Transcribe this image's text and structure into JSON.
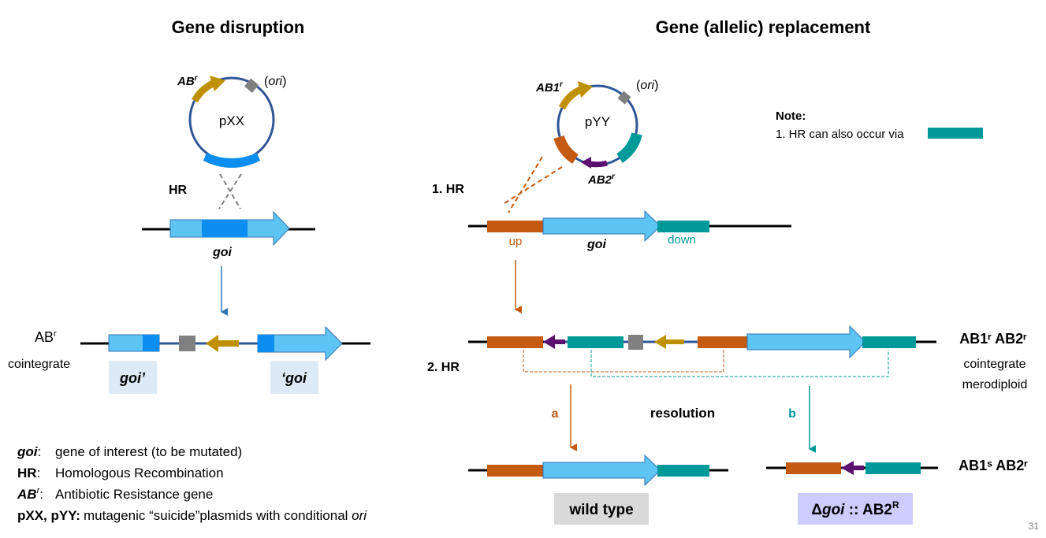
{
  "left": {
    "title": "Gene disruption",
    "plasmid_name": "pXX",
    "resistance_label": "AB",
    "resistance_sup": "r",
    "ori_label": "ori",
    "hr_label": "HR",
    "gene_label": "goi",
    "cointegrate_ab": "AB",
    "cointegrate_ab_sup": "r",
    "cointegrate_label": "cointegrate",
    "fragment_left": "goi’",
    "fragment_right": "‘goi"
  },
  "right": {
    "title": "Gene (allelic) replacement",
    "plasmid_name": "pYY",
    "ab1_label": "AB1",
    "ab1_sup": "r",
    "ab2_label": "AB2",
    "ab2_sup": "r",
    "ori_label": "ori",
    "step1_label": "1. HR",
    "step2_label": "2. HR",
    "up_label": "up",
    "down_label": "down",
    "gene_label": "goi",
    "cointegrate_genotype": "AB1ʳ AB2ʳ",
    "cointegrate_label_1": "cointegrate",
    "cointegrate_label_2": "merodiploid",
    "path_a": "a",
    "path_b": "b",
    "resolution_label": "resolution",
    "final_genotype": "AB1ˢ AB2ʳ",
    "wild_type_label": "wild type",
    "delta_prefix": "Δ",
    "delta_goi": "goi",
    "delta_suffix": " :: AB2",
    "delta_sup": "R"
  },
  "note": {
    "title": "Note:",
    "line1": "1. HR can also occur via"
  },
  "legend": [
    {
      "key": "goi",
      "sep": ":",
      "text": "gene of interest (to be mutated)"
    },
    {
      "key": "HR",
      "sep": ":",
      "text": "Homologous Recombination"
    },
    {
      "key": "AB",
      "key_sup": "r",
      "sep": ":",
      "text": "Antibiotic Resistance gene"
    },
    {
      "key": "pXX, pYY:",
      "text": "mutagenic “suicide”plasmids with conditional ",
      "text_it": "ori"
    }
  ],
  "slide_number": "31",
  "colors": {
    "light_blue": "#5ec4f4",
    "mid_blue": "#0b8ef0",
    "dark_blue_line": "#2f5597",
    "orange": "#c55a11",
    "teal": "#00999a",
    "gold": "#bf9000",
    "purple": "#5b0f6e",
    "gray": "#808080",
    "arrow_blue": "#2e75b6"
  }
}
